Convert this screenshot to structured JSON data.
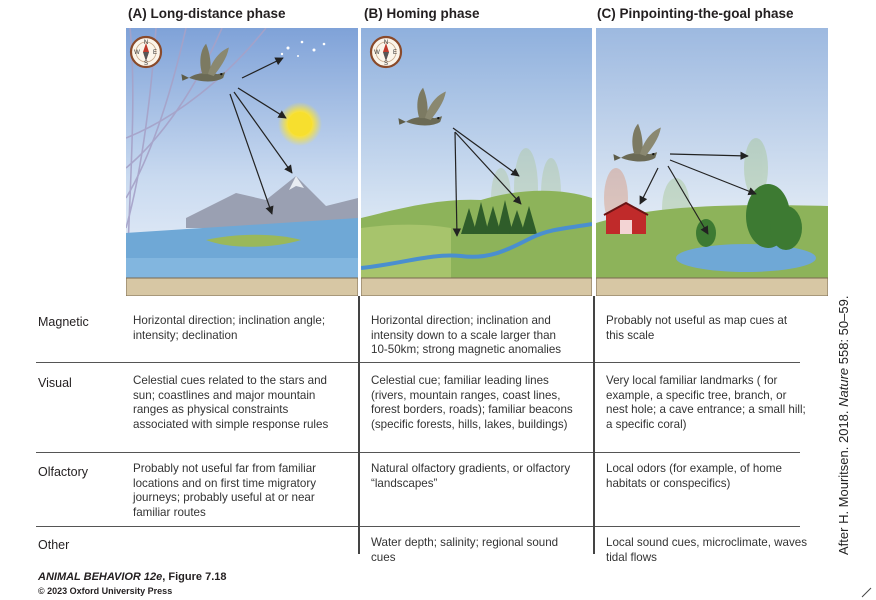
{
  "panels": [
    {
      "title": "(A) Long-distance phase",
      "compass": [
        "N",
        "E",
        "S",
        "W"
      ]
    },
    {
      "title": "(B) Homing phase",
      "compass": [
        "N",
        "E",
        "S",
        "W"
      ]
    },
    {
      "title": "(C) Pinpointing-the-goal phase"
    }
  ],
  "rows": [
    {
      "label": "Magnetic",
      "cells": [
        "Horizontal direction; inclination angle;\nintensity; declination",
        "Horizontal direction; inclination and\nintensity down to a scale larger than\n10-50km; strong magnetic anomalies",
        "Probably not useful as map cues at\nthis scale"
      ]
    },
    {
      "label": "Visual",
      "cells": [
        "Celestial cues related to the stars and\nsun; coastlines and major mountain\nranges as physical constraints\nassociated with simple response rules",
        "Celestial cue; familiar leading lines\n(rivers, mountain ranges, coast lines,\nforest borders, roads); familiar beacons\n(specific forests, hills, lakes, buildings)",
        "Very local familiar landmarks ( for\nexample, a specific tree, branch, or\nnest hole; a cave entrance; a small hill;\na specific coral)"
      ]
    },
    {
      "label": "Olfactory",
      "cells": [
        "Probably not useful far from familiar\nlocations and on first time migratory\njourneys; probably useful at or near\nfamiliar routes",
        "Natural olfactory gradients, or olfactory\n“landscapes”",
        "Local odors (for example, of home\nhabitats or conspecifics)"
      ]
    },
    {
      "label": "Other",
      "cells": [
        "",
        "Water depth; salinity; regional sound\ncues",
        "Local sound cues, microclimate, waves\ntidal flows"
      ]
    }
  ],
  "credit": {
    "book": "ANIMAL BEHAVIOR 12e",
    "figure": ", Figure 7.18",
    "copyright": "© 2023 Oxford University Press"
  },
  "source": {
    "prefix": "After H. Mouritsen. 2018. ",
    "journal": "Nature",
    "suffix": " 558: 50–59."
  }
}
